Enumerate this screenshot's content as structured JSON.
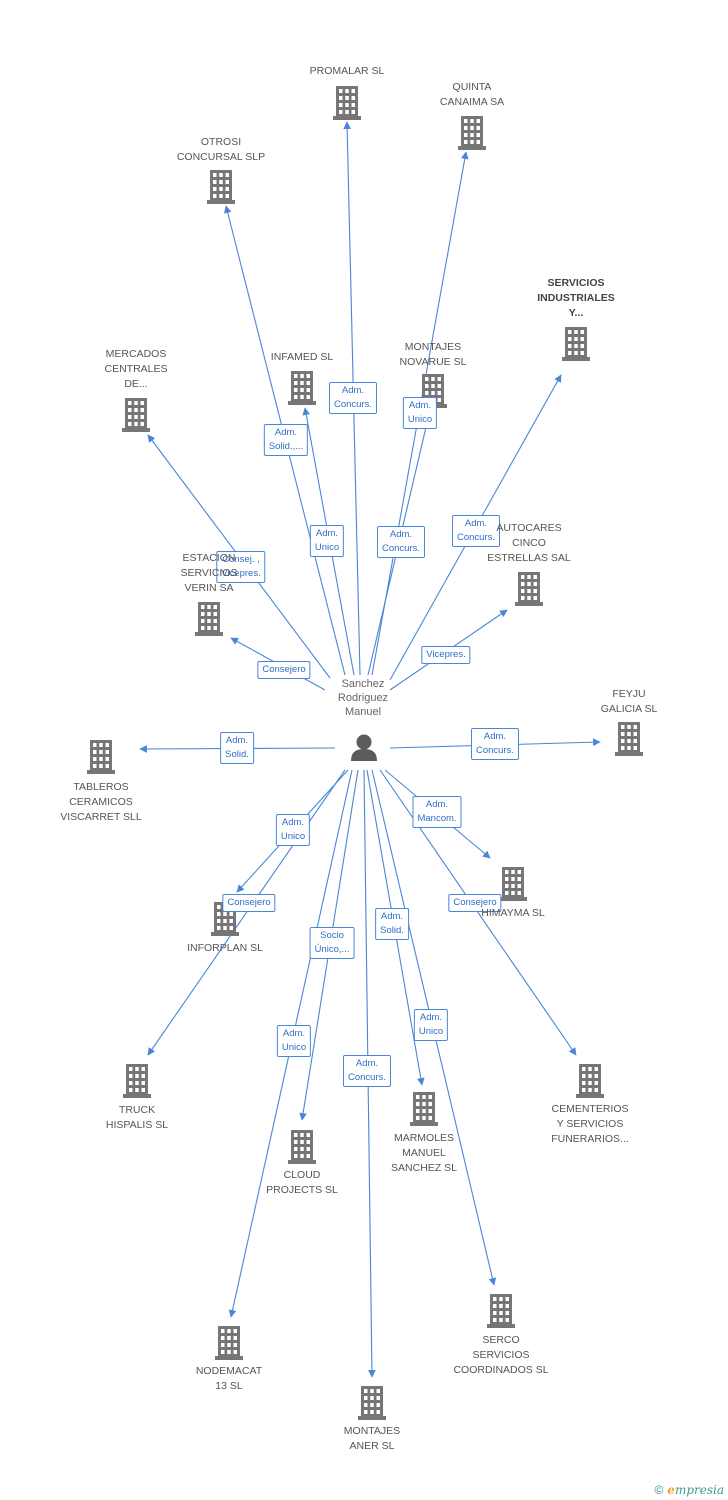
{
  "person": {
    "label": "Sanchez\nRodriguez\nManuel",
    "icon": "person-icon"
  },
  "nodes": [
    {
      "id": "promalar",
      "label": "PROMALAR SL",
      "highlight": false
    },
    {
      "id": "quinta",
      "label": "QUINTA\nCANAIMA SA",
      "highlight": false
    },
    {
      "id": "otrosi",
      "label": "OTROSI\nCONCURSAL SLP",
      "highlight": false
    },
    {
      "id": "servicios",
      "label": "SERVICIOS\nINDUSTRIALES\nY...",
      "highlight": true
    },
    {
      "id": "mercados",
      "label": "MERCADOS\nCENTRALES\nDE...",
      "highlight": false
    },
    {
      "id": "infamed",
      "label": "INFAMED SL",
      "highlight": false
    },
    {
      "id": "montajes_novarue",
      "label": "MONTAJES\nNOVARUE SL",
      "highlight": false
    },
    {
      "id": "autocares",
      "label": "AUTOCARES\nCINCO\nESTRELLAS SAL",
      "highlight": false
    },
    {
      "id": "estacion",
      "label": "ESTACION\nSERVICIOS\nVERIN SA",
      "highlight": false
    },
    {
      "id": "feyju",
      "label": "FEYJU\nGALICIA SL",
      "highlight": false
    },
    {
      "id": "tableros",
      "label": "TABLEROS\nCERAMICOS\nVISCARRET SLL",
      "highlight": false
    },
    {
      "id": "himayma",
      "label": "HIMAYMA SL",
      "highlight": false
    },
    {
      "id": "inforplan",
      "label": "INFORPLAN SL",
      "highlight": false
    },
    {
      "id": "truck",
      "label": "TRUCK\nHISPALIS SL",
      "highlight": false
    },
    {
      "id": "cementerios",
      "label": "CEMENTERIOS\nY SERVICIOS\nFUNERARIOS...",
      "highlight": false
    },
    {
      "id": "marmoles",
      "label": "MARMOLES\nMANUEL\nSANCHEZ SL",
      "highlight": false
    },
    {
      "id": "cloud",
      "label": "CLOUD\nPROJECTS SL",
      "highlight": false
    },
    {
      "id": "serco",
      "label": "SERCO\nSERVICIOS\nCOORDINADOS SL",
      "highlight": false
    },
    {
      "id": "nodemacat",
      "label": "NODEMACAT\n13 SL",
      "highlight": false
    },
    {
      "id": "montajes_aner",
      "label": "MONTAJES\nANER SL",
      "highlight": false
    }
  ],
  "edges": [
    {
      "to": "promalar",
      "label": "Adm.\nConcurs."
    },
    {
      "to": "quinta",
      "label": "Adm.\nUnico"
    },
    {
      "to": "otrosi",
      "label": "Adm.\nSolid.,..."
    },
    {
      "to": "servicios",
      "label": "Adm.\nConcurs."
    },
    {
      "to": "mercados",
      "label": "Consej. ,\nVicepres."
    },
    {
      "to": "infamed",
      "label": "Adm.\nUnico"
    },
    {
      "to": "montajes_novarue",
      "label": "Adm.\nConcurs."
    },
    {
      "to": "autocares",
      "label": "Vicepres."
    },
    {
      "to": "estacion",
      "label": "Consejero"
    },
    {
      "to": "feyju",
      "label": "Adm.\nConcurs."
    },
    {
      "to": "tableros",
      "label": "Adm.\nSolid."
    },
    {
      "to": "himayma",
      "label": "Adm.\nMancom."
    },
    {
      "to": "inforplan",
      "label": "Adm.\nUnico"
    },
    {
      "to": "truck",
      "label": "Consejero"
    },
    {
      "to": "cementerios",
      "label": "Consejero"
    },
    {
      "to": "marmoles",
      "label": "Adm.\nSolid."
    },
    {
      "to": "cloud",
      "label": "Socio\nÚnico,..."
    },
    {
      "to": "serco",
      "label": "Adm.\nUnico"
    },
    {
      "to": "nodemacat",
      "label": "Adm.\nUnico"
    },
    {
      "to": "montajes_aner",
      "label": "Adm.\nConcurs."
    }
  ],
  "colors": {
    "edge": "#4a86d8",
    "building": "#767676",
    "highlight": "#f26a3d",
    "label_text": "#2c6fc7"
  },
  "footer": {
    "copyright": "©",
    "brand_e": "e",
    "brand_rest": "mpresia"
  }
}
